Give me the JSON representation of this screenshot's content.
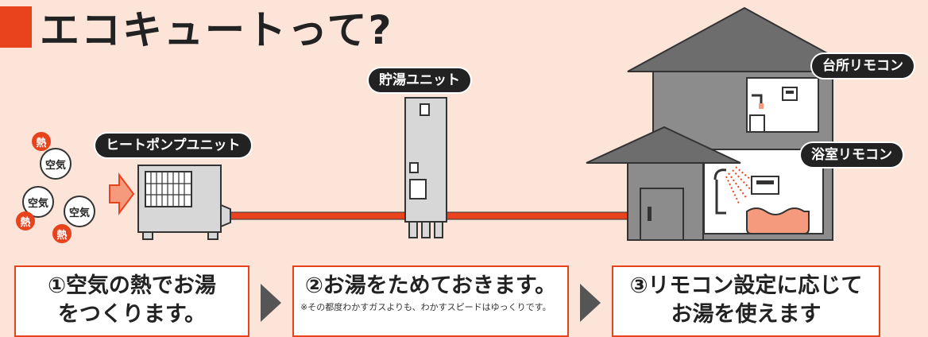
{
  "title": "エコキュートって?",
  "labels": {
    "heat_pump": "ヒートポンプユニット",
    "tank": "貯湯ユニット",
    "kitchen_remote": "台所リモコン",
    "bath_remote": "浴室リモコン"
  },
  "air_bubble": "空気",
  "heat_badge": "熱",
  "steps": [
    {
      "text": "①空気の熱でお湯をつくります。",
      "note": ""
    },
    {
      "text": "②お湯をためておきます。",
      "note": "※その都度わかすガスよりも、わかすスピードはゆっくりです。"
    },
    {
      "text": "③リモコン設定に応じてお湯を使えます",
      "note": ""
    }
  ],
  "colors": {
    "accent": "#e8431c",
    "background": "#fde4d9",
    "pipe": "#e8431c",
    "house": "#8c8c8c"
  }
}
